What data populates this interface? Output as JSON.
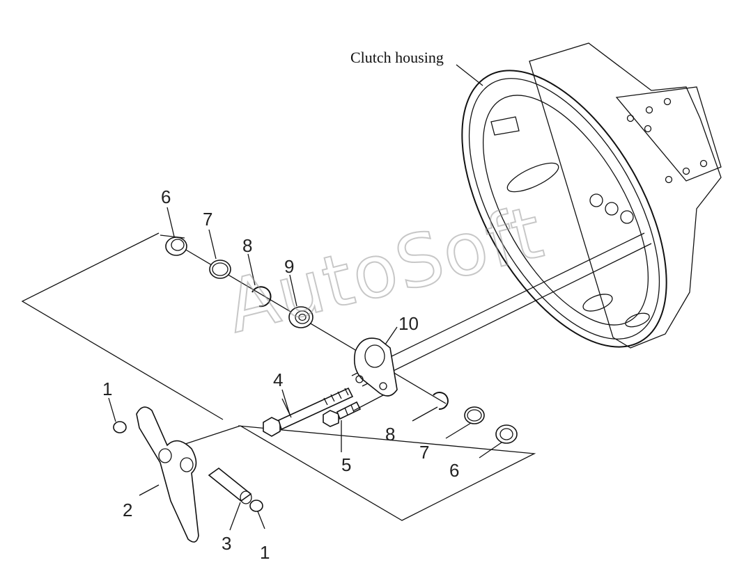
{
  "title": "Clutch housing",
  "callouts": [
    "1",
    "2",
    "3",
    "4",
    "5",
    "6",
    "7",
    "8",
    "9",
    "10",
    "1",
    "6",
    "7",
    "8"
  ],
  "watermark": "AutoSoft"
}
